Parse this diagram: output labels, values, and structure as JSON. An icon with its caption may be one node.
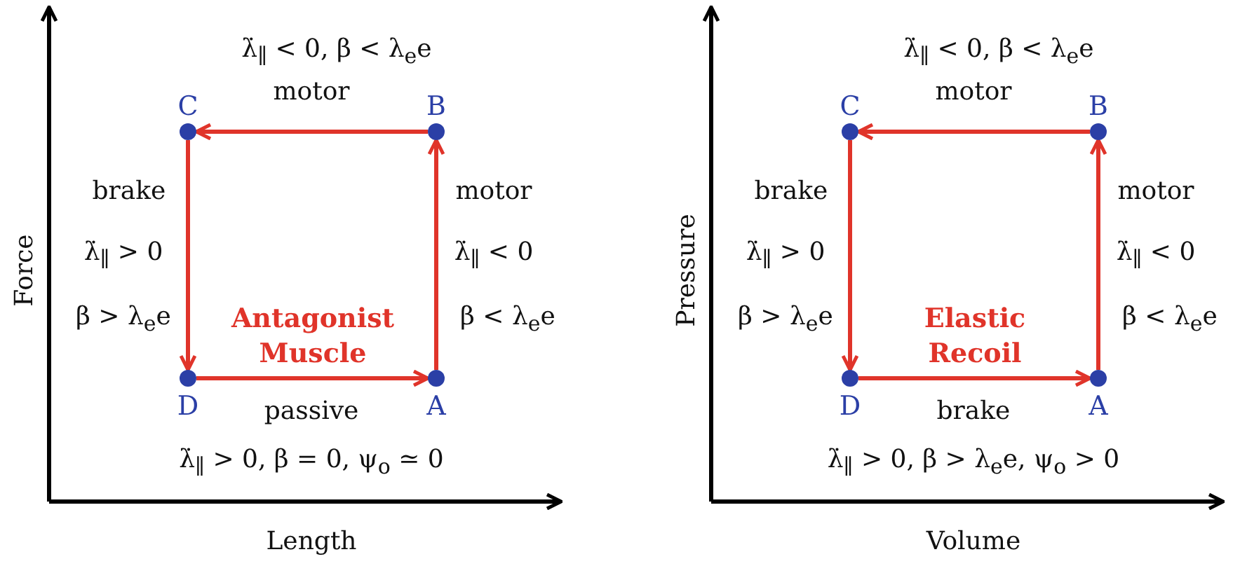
{
  "diagram": {
    "nodes": [
      {
        "text": [],
        "shape": "circle",
        "beside": [
          "C"
        ]
      },
      {
        "text": [],
        "shape": "circle",
        "beside": [
          "B"
        ]
      },
      {
        "text": [],
        "shape": "circle",
        "beside": [
          "D"
        ]
      },
      {
        "text": [],
        "shape": "circle",
        "beside": [
          "A"
        ]
      },
      {
        "text": [],
        "shape": "circle",
        "beside": [
          "C"
        ]
      },
      {
        "text": [],
        "shape": "circle",
        "beside": [
          "B"
        ]
      },
      {
        "text": [],
        "shape": "circle",
        "beside": [
          "D"
        ]
      },
      {
        "text": [],
        "shape": "circle",
        "beside": [
          "A"
        ]
      }
    ],
    "edges": [
      {
        "from": 1,
        "to": 0,
        "arrow": "to",
        "label": "motor"
      },
      {
        "from": 0,
        "to": 2,
        "arrow": "to",
        "label": "brake"
      },
      {
        "from": 2,
        "to": 3,
        "arrow": "to",
        "label": "passive"
      },
      {
        "from": 3,
        "to": 1,
        "arrow": "to",
        "label": "motor"
      },
      {
        "from": 5,
        "to": 4,
        "arrow": "to",
        "label": "motor"
      },
      {
        "from": 4,
        "to": 6,
        "arrow": "to",
        "label": "brake"
      },
      {
        "from": 6,
        "to": 7,
        "arrow": "to",
        "label": "brake"
      },
      {
        "from": 7,
        "to": 5,
        "arrow": "to",
        "label": "motor"
      }
    ],
    "labels": [
      "λ̇$_{∥}$ < 0, β < λ$_{e}$e",
      "λ̇$_{∥}$ > 0",
      "β > λ$_{e}$e",
      "Antagonist Muscle",
      "λ̇$_{∥}$ < 0",
      "β < λ$_{e}$e",
      "λ̇$_{∥}$ > 0, β = 0, ψ$_{o}$ ≃ 0",
      "Force",
      "Length",
      "λ̇$_{∥}$ < 0, β < λ$_{e}$e",
      "λ̇$_{∥}$ > 0",
      "β > λ$_{e}$e",
      "Elastic Recoil",
      "λ̇$_{∥}$ < 0",
      "β < λ$_{e}$e",
      "λ̇$_{∥}$ > 0, β > λ$_{e}$e, ψ$_{o}$ > 0",
      "Pressure",
      "Volume"
    ]
  }
}
